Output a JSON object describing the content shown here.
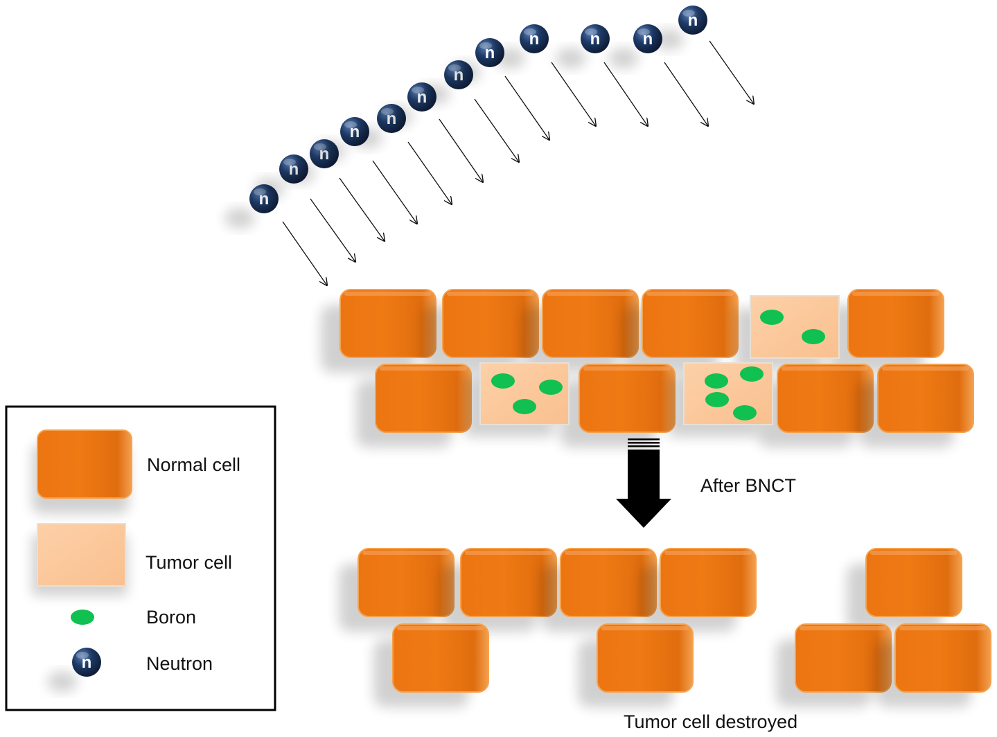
{
  "labels": {
    "after": "After BNCT",
    "destroyed": "Tumor cell destroyed"
  },
  "legend": {
    "normal": "Normal cell",
    "tumor": "Tumor cell",
    "boron": "Boron",
    "neutron": "Neutron"
  },
  "neutron_symbol": "n",
  "colors": {
    "normal_cell": "#ec7612",
    "normal_cell_edge": "#f6a24d",
    "tumor_cell": "#fcc79b",
    "boron": "#10c050",
    "neutron": "#1d3358",
    "arrow": "#000000"
  },
  "icons": [
    "neutron-icon",
    "boron-icon",
    "down-arrow-icon"
  ]
}
